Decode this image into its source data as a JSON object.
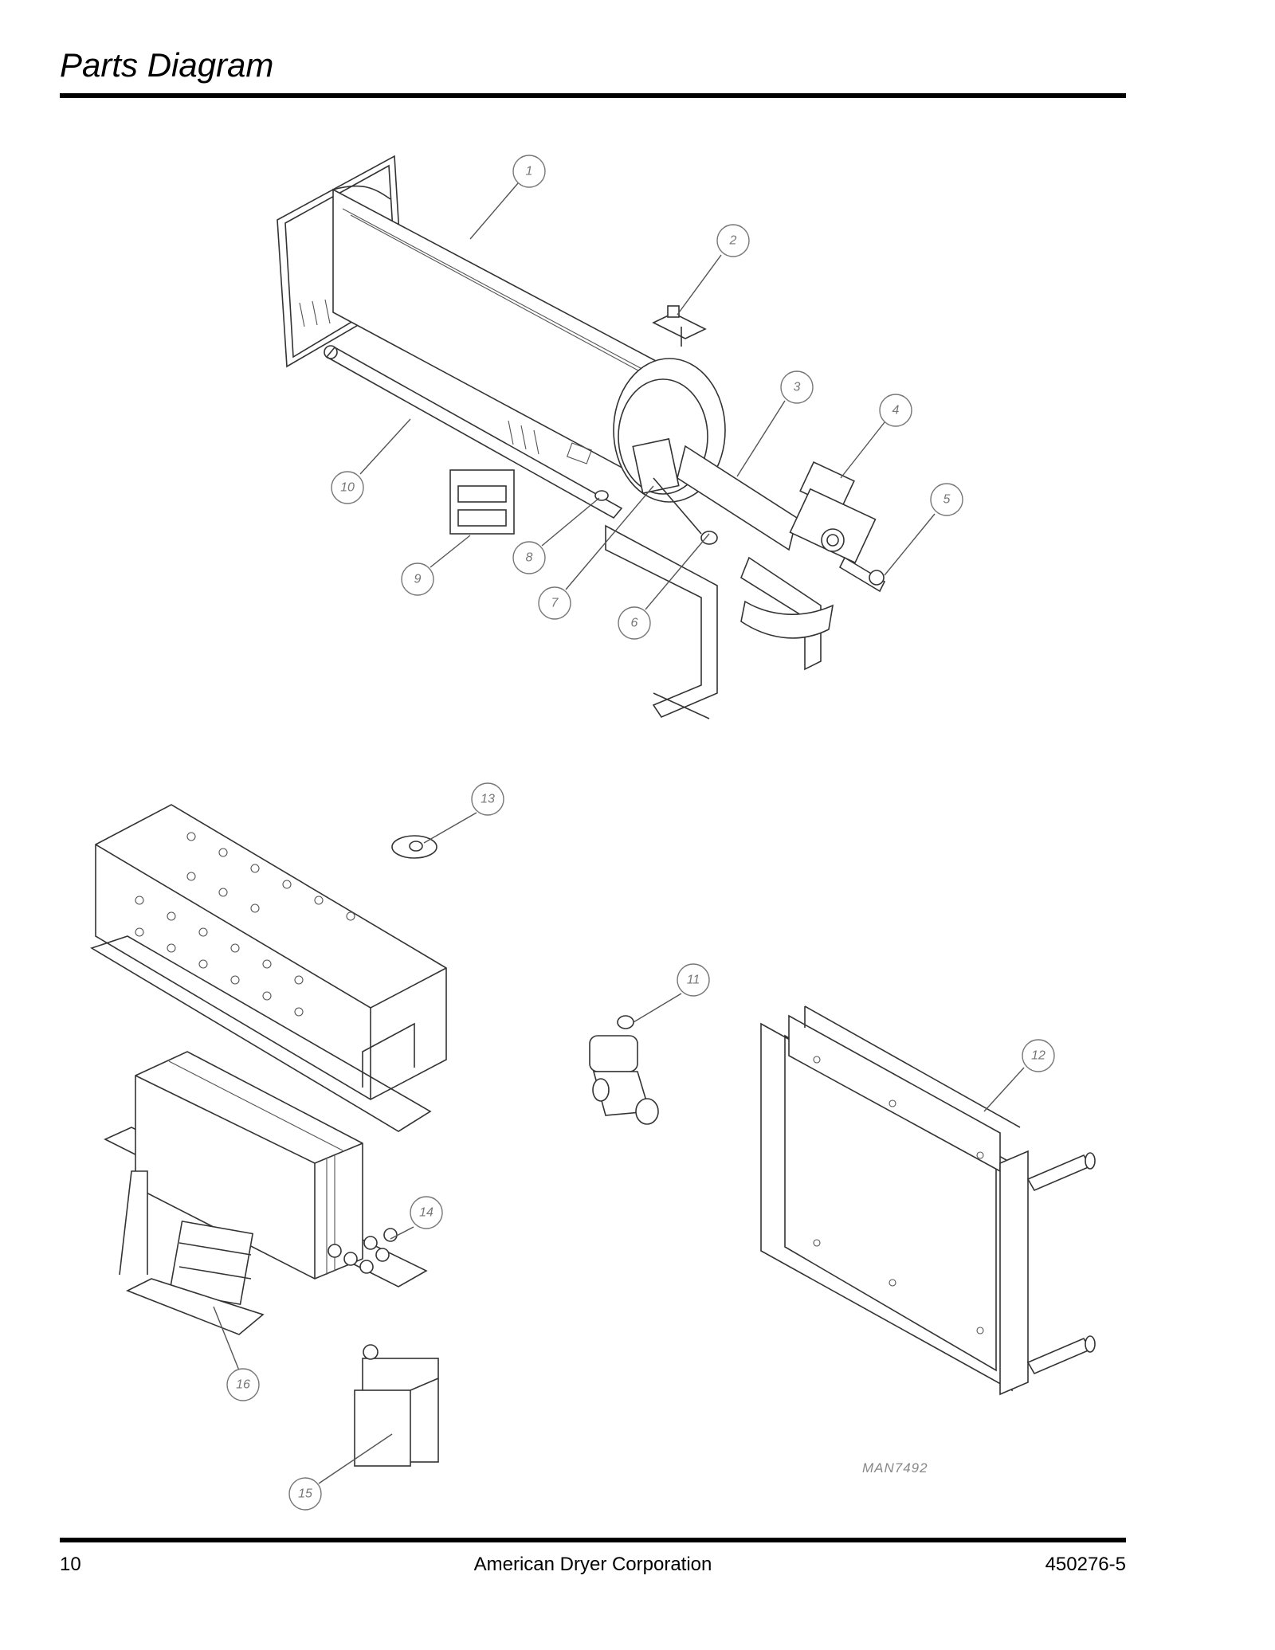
{
  "header": {
    "title": "Parts Diagram"
  },
  "footer": {
    "page_number": "10",
    "company": "American Dryer Corporation",
    "document_number": "450276-5"
  },
  "diagram": {
    "drawing_number": "MAN7492",
    "callouts": [
      {
        "id": "1",
        "label": "1"
      },
      {
        "id": "2",
        "label": "2"
      },
      {
        "id": "3",
        "label": "3"
      },
      {
        "id": "4",
        "label": "4"
      },
      {
        "id": "5",
        "label": "5"
      },
      {
        "id": "6",
        "label": "6"
      },
      {
        "id": "7",
        "label": "7"
      },
      {
        "id": "8",
        "label": "8"
      },
      {
        "id": "9",
        "label": "9"
      },
      {
        "id": "10",
        "label": "10"
      },
      {
        "id": "11",
        "label": "11"
      },
      {
        "id": "12",
        "label": "12"
      },
      {
        "id": "13",
        "label": "13"
      },
      {
        "id": "14",
        "label": "14"
      },
      {
        "id": "15",
        "label": "15"
      },
      {
        "id": "16",
        "label": "16"
      }
    ]
  }
}
